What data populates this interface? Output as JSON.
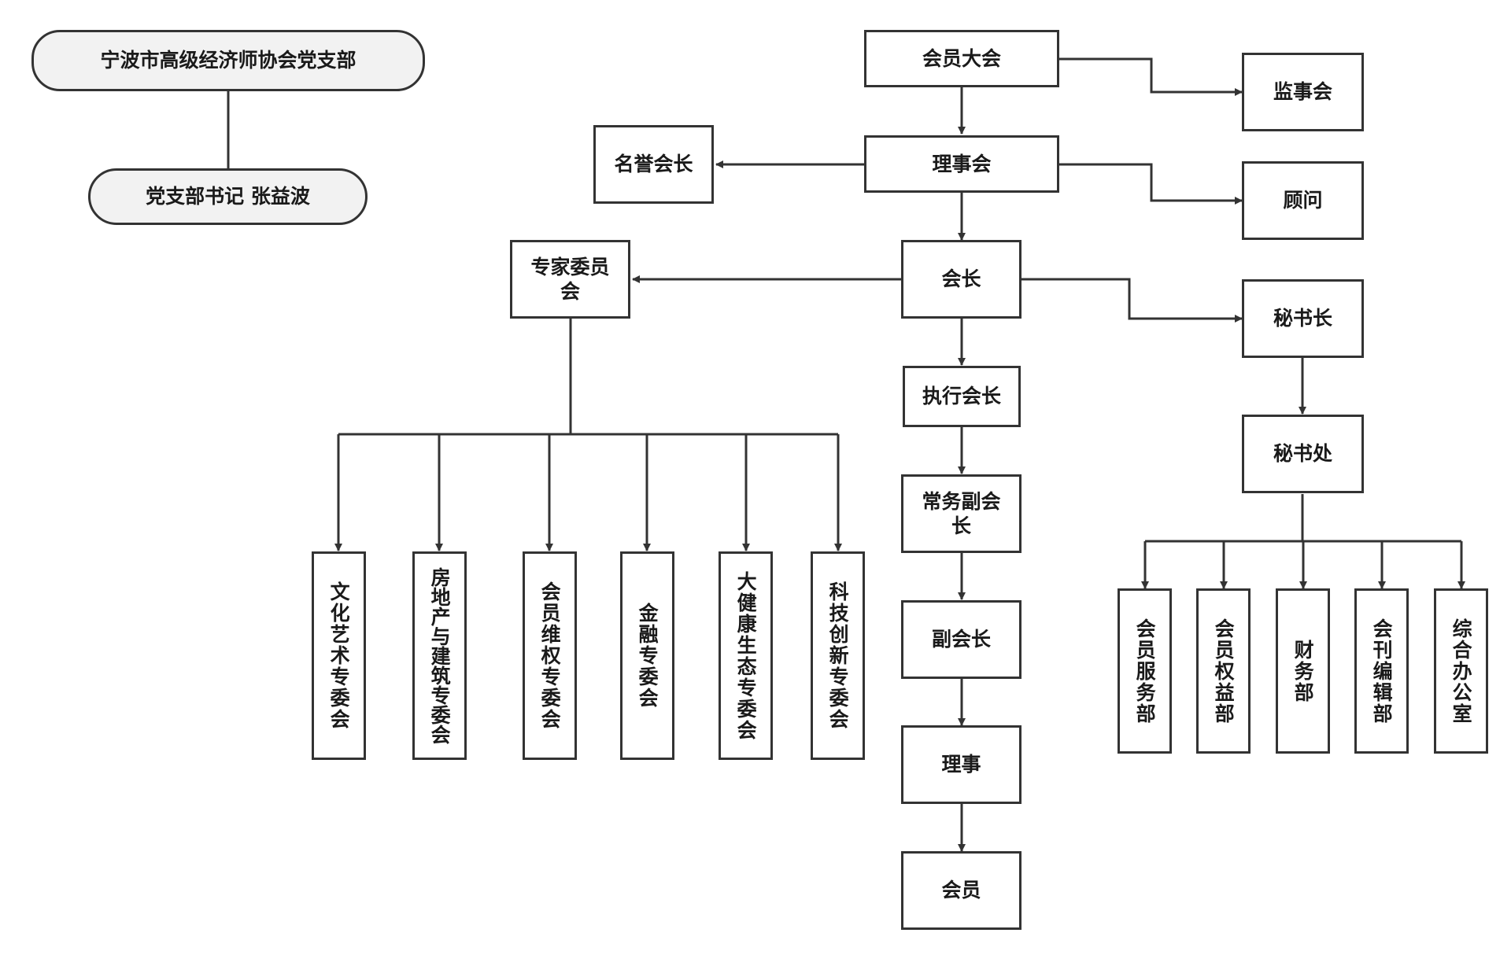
{
  "party": {
    "branch": "宁波市高级经济师协会党支部",
    "secretary": "党支部书记 张益波"
  },
  "core": {
    "assembly": "会员大会",
    "supervisors": "监事会",
    "council": "理事会",
    "honorary_president": "名誉会长",
    "advisor": "顾问",
    "president": "会长",
    "expert_committee": "专家委员会",
    "secretary_general": "秘书长",
    "executive_president": "执行会长",
    "secretariat": "秘书处",
    "standing_vp": "常务副会长",
    "vice_president": "副会长",
    "director": "理事",
    "member": "会员"
  },
  "committees": [
    "文化艺术专委会",
    "房地产与建筑专委会",
    "会员维权专委会",
    "金融专委会",
    "大健康生态专委会",
    "科技创新专委会"
  ],
  "departments": [
    "会员服务部",
    "会员权益部",
    "财务部",
    "会刊编辑部",
    "综合办公室"
  ]
}
